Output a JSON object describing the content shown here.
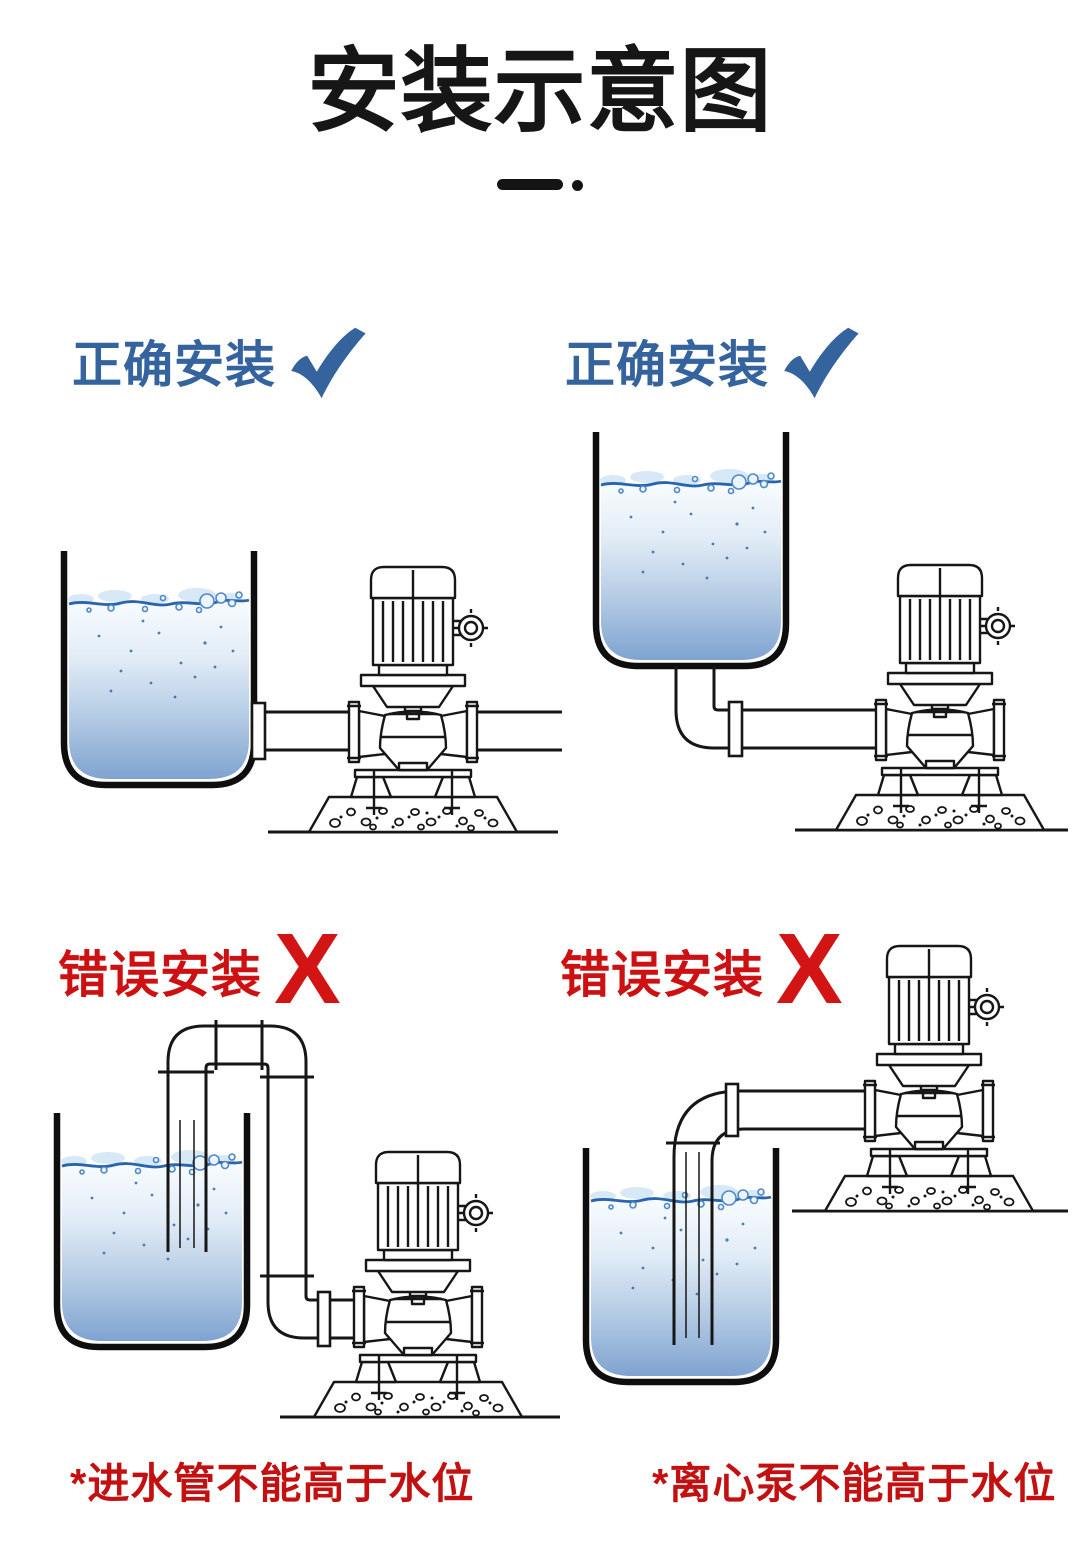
{
  "title": "安装示意图",
  "colors": {
    "label_blue": "#35639e",
    "label_red": "#cd1112",
    "ink": "#161616",
    "water_deep": "#7fa3d0",
    "water_surface_line": "#2a65ac"
  },
  "panels": [
    {
      "id": "top-left",
      "label": "正确安装",
      "type": "correct",
      "mark_icon": "check-icon"
    },
    {
      "id": "top-right",
      "label": "正确安装",
      "type": "correct",
      "mark_icon": "check-icon"
    },
    {
      "id": "bottom-left",
      "label": "错误安装",
      "type": "wrong",
      "mark_icon": "x-icon"
    },
    {
      "id": "bottom-right",
      "label": "错误安装",
      "type": "wrong",
      "mark_icon": "x-icon"
    }
  ],
  "marks": {
    "cross_glyph": "X"
  },
  "captions": [
    {
      "text": "*进水管不能高于水位"
    },
    {
      "text": "*离心泵不能高于水位"
    }
  ]
}
